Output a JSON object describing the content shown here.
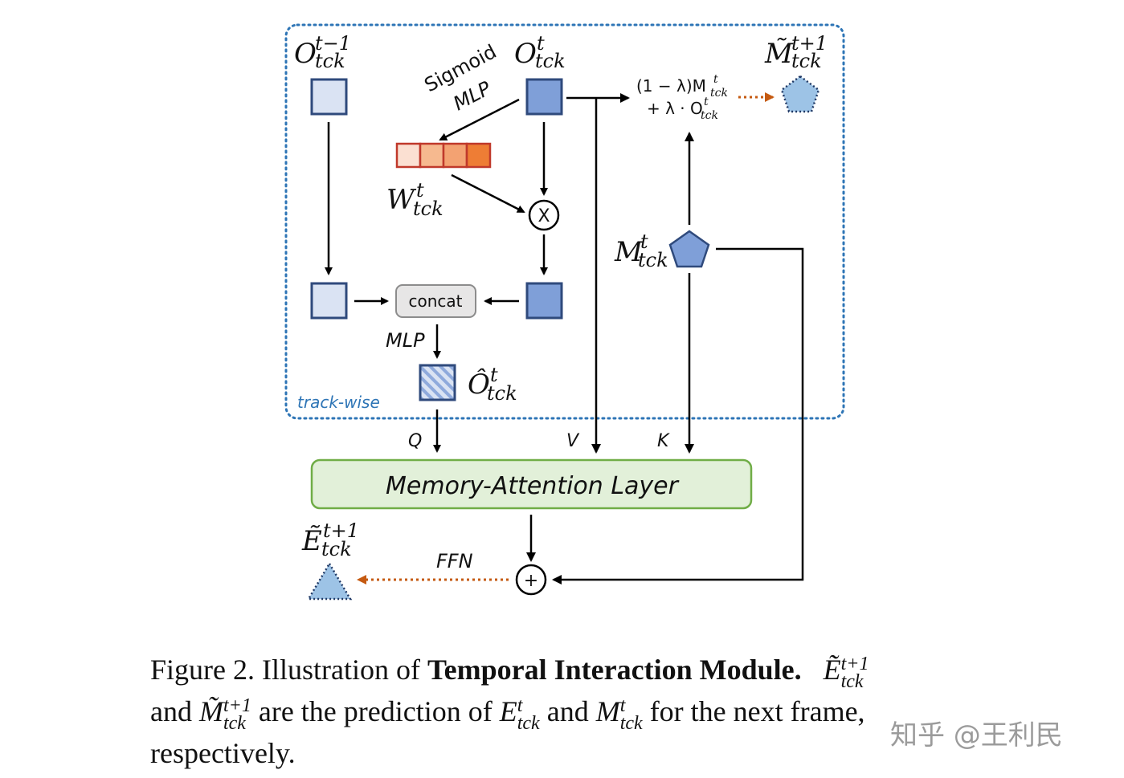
{
  "diagram": {
    "region_label": "track-wise",
    "nodes": {
      "o_prev": {
        "base": "O",
        "sub": "tck",
        "sup": "t−1"
      },
      "o_cur": {
        "base": "O",
        "sub": "tck",
        "sup": "t"
      },
      "w": {
        "base": "W",
        "sub": "tck",
        "sup": "t"
      },
      "o_hat": {
        "base": "Ô",
        "sub": "tck",
        "sup": "t"
      },
      "m": {
        "base": "M",
        "sub": "tck",
        "sup": "t"
      },
      "m_next": {
        "base": "M̃",
        "sub": "tck",
        "sup": "t+1"
      },
      "e_next": {
        "base": "Ẽ",
        "sub": "tck",
        "sup": "t+1"
      }
    },
    "labels": {
      "sigmoid": "Sigmoid",
      "mlp_rotated": "MLP",
      "concat": "concat",
      "mlp": "MLP",
      "q": "Q",
      "v": "V",
      "k": "K",
      "ffn": "FFN",
      "multiply": "X",
      "add": "+",
      "update_line1": "(1 − λ)M",
      "update_line1_sub": "tck",
      "update_line1_sup": "t",
      "update_line2": "+ λ · O",
      "update_line2_sub": "tck",
      "update_line2_sup": "t"
    },
    "layer_label": "Memory-Attention Layer",
    "colors": {
      "box_dark": "#7f9fd8",
      "box_light": "#dae3f3",
      "box_border": "#2f4a7c",
      "weight_colors": [
        "#fbe0d2",
        "#f6b98f",
        "#f3a272",
        "#ee7d35"
      ],
      "weight_border": "#c0392b",
      "region_border": "#2e75b6",
      "layer_fill": "#e2f0d9",
      "layer_border": "#70ad47",
      "dotted_arrow": "#c55a11"
    }
  },
  "caption": {
    "prefix": "Figure 2. Illustration of ",
    "bold": "Temporal Interaction Module.",
    "e_base": "Ẽ",
    "e_sup": "t+1",
    "e_sub": "tck",
    "and1": "and",
    "m_base": "M̃",
    "m_sup": "t+1",
    "m_sub": "tck",
    "mid": "are the prediction of",
    "e2_base": "E",
    "e2_sup": "t",
    "e2_sub": "tck",
    "and2": "and",
    "m2_base": "M",
    "m2_sup": "t",
    "m2_sub": "tck",
    "end": "for the next frame,",
    "line3": "respectively."
  },
  "watermark": "知乎 @王利民"
}
